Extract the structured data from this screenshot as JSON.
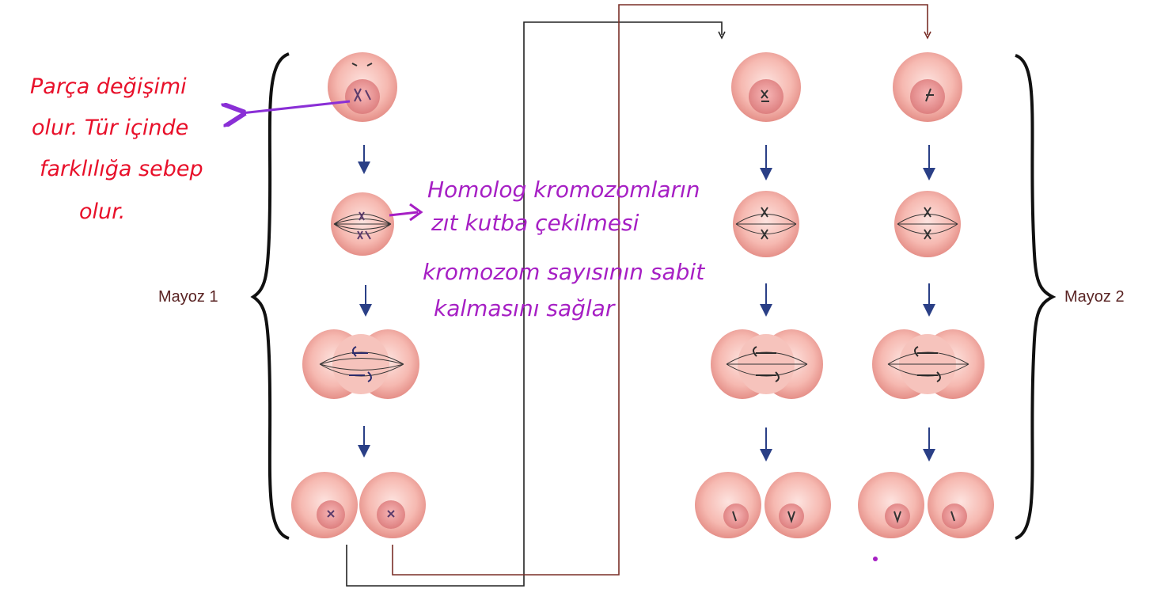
{
  "labels": {
    "meiosis1": "Mayoz 1",
    "meiosis2": "Mayoz 2"
  },
  "annotations": {
    "red": [
      "Parça değişimi",
      "olur. Tür içinde",
      "farklılığa sebep",
      "olur."
    ],
    "purple": [
      "Homolog kromozomların",
      "zıt kutba çekilmesi",
      "kromozom sayısının sabit",
      "kalmasını sağlar"
    ]
  },
  "colors": {
    "cell_fill": "#f4b5ad",
    "cell_edge": "#e58f88",
    "nucleus": "#e88d8b",
    "arrow": "#2a3f86",
    "connector": "#222222",
    "connector_brown": "#7a2f27",
    "annotation_red": "#e8102a",
    "annotation_purple": "#a61fc4",
    "label": "#5a2424"
  }
}
